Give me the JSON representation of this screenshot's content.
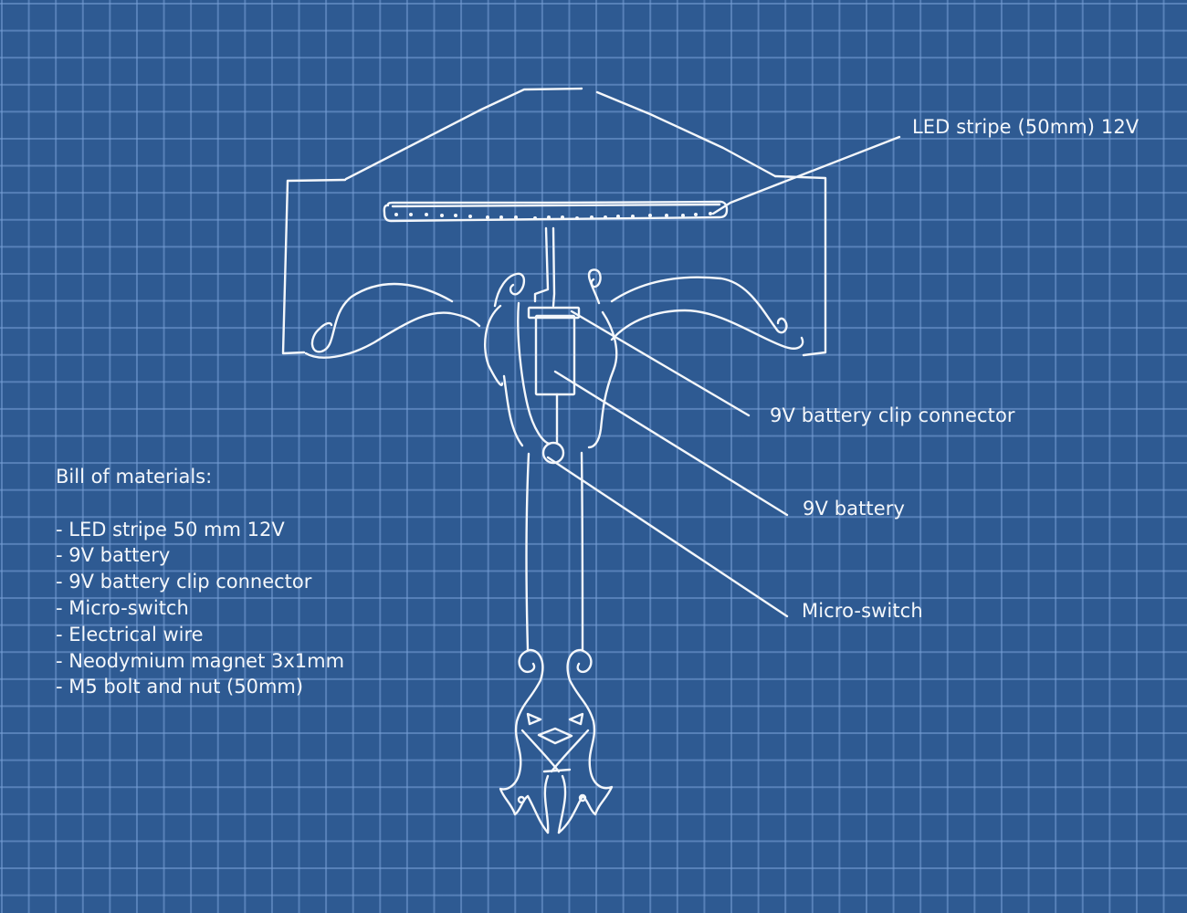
{
  "diagram": {
    "style": {
      "background": "#2e5a92",
      "grid_line": "#789fd7",
      "ink": "#f4f7fb"
    },
    "callouts": [
      {
        "id": "led",
        "text": "LED stripe (50mm) 12V"
      },
      {
        "id": "clip",
        "text": "9V battery clip connector"
      },
      {
        "id": "battery",
        "text": "9V battery"
      },
      {
        "id": "switch",
        "text": "Micro-switch"
      }
    ],
    "bill_of_materials": {
      "title": "Bill of materials:",
      "items": [
        "- LED stripe 50 mm 12V",
        "- 9V battery",
        "- 9V battery clip connector",
        "- Micro-switch",
        "- Electrical wire",
        "- Neodymium magnet 3x1mm",
        "- M5 bolt and nut (50mm)"
      ]
    }
  }
}
